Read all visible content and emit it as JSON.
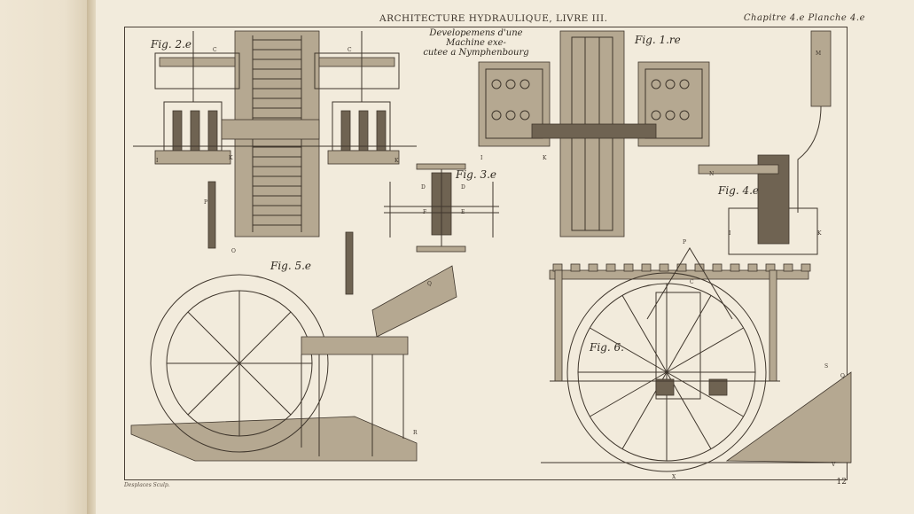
{
  "header": {
    "title": "ARCHITECTURE HYDRAULIQUE, LIVRE III.",
    "chapter": "Chapitre 4.e Planche 4.e"
  },
  "plate_title": {
    "line1": "Developemens d'une Machine exe-",
    "line2": "cutee a Nymphenbourg"
  },
  "figures": {
    "fig1": "Fig. 1.re",
    "fig2": "Fig. 2.e",
    "fig3": "Fig. 3.e",
    "fig4": "Fig. 4.e",
    "fig5": "Fig. 5.e",
    "fig6": "Fig. 6."
  },
  "engraver": "Desplaces Sculp.",
  "page_number": "12"
}
